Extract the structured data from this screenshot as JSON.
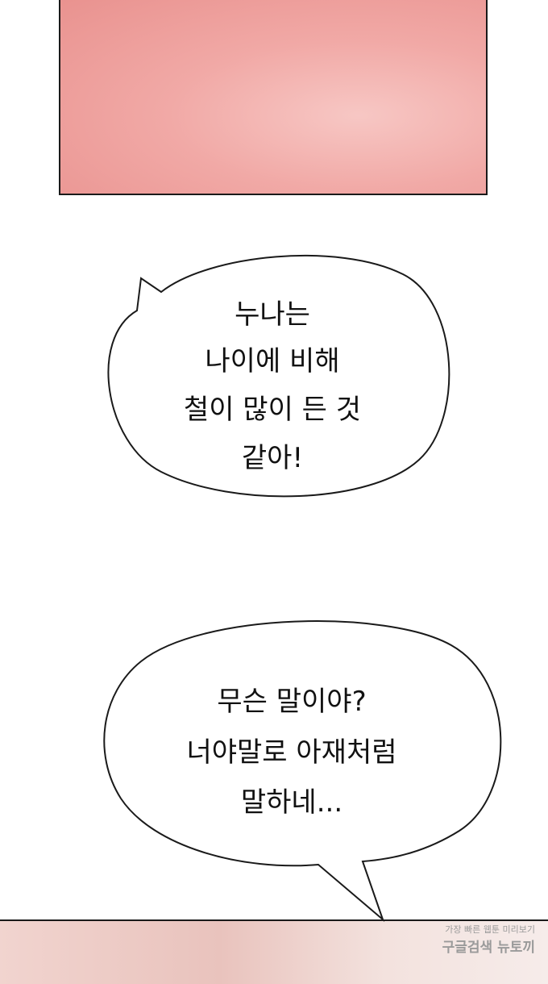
{
  "bubble_1": {
    "lines": [
      "누나는",
      "나이에 비해",
      "철이 많이 든 것",
      "같아!"
    ]
  },
  "bubble_2": {
    "lines": [
      "무슨 말이야?",
      "너야말로 아재처럼",
      "말하네..."
    ]
  },
  "watermark": {
    "line1": "가장 빠른 웹툰 미리보기",
    "line2": "구글검색 뉴토끼"
  }
}
